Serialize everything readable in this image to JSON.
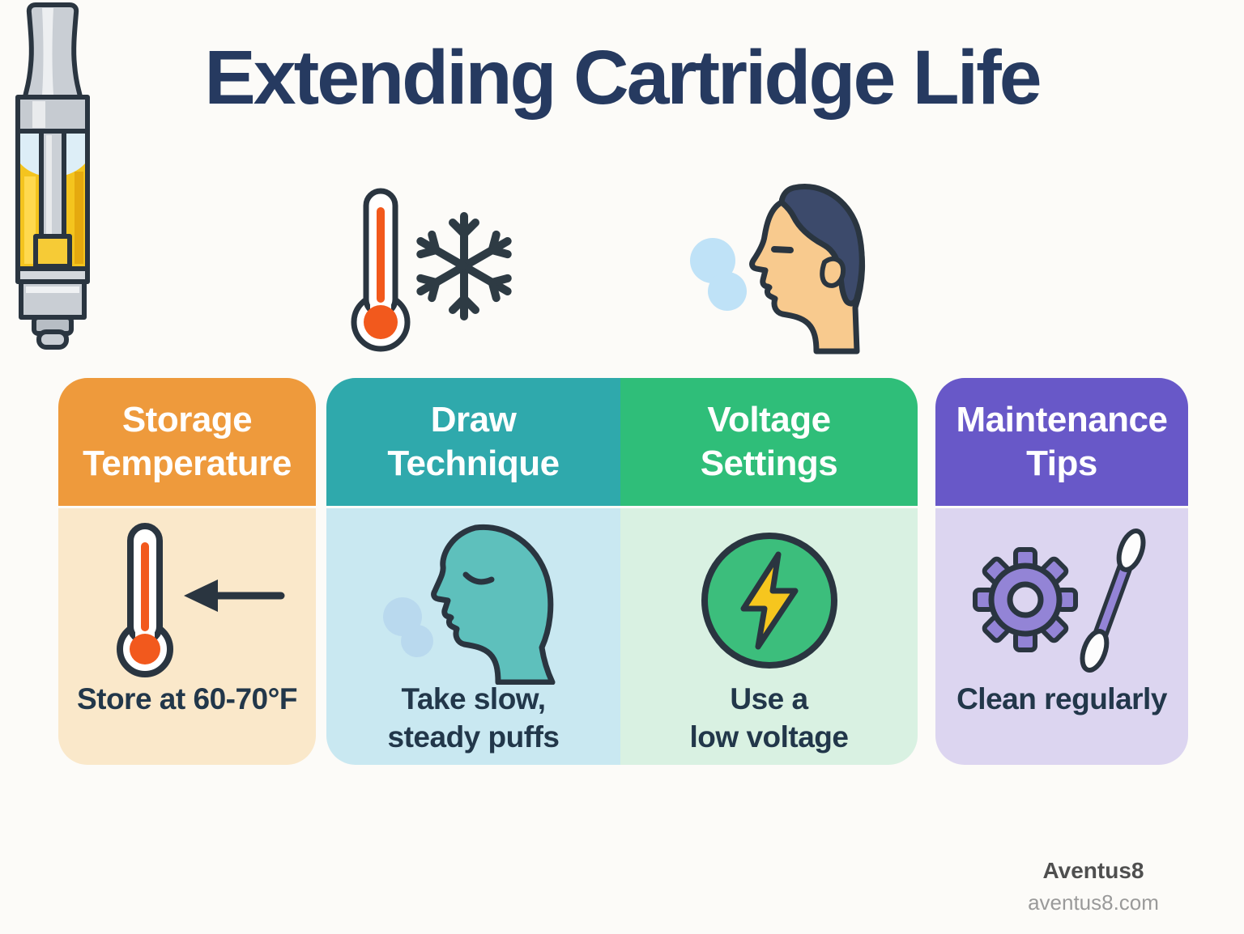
{
  "title": "Extending Cartridge Life",
  "hero": {
    "icons": [
      "thermometer-icon",
      "snowflake-icon",
      "vape-cartridge-icon",
      "exhaling-face-icon"
    ]
  },
  "cards": [
    {
      "title_line1": "Storage",
      "title_line2": "Temperature",
      "body_line1": "Store at 60-70°F",
      "body_line2": "",
      "icon": "thermometer-arrow-icon",
      "header_color": "#EE9A3C",
      "body_color": "#FAE8CA"
    },
    {
      "title_line1": "Draw",
      "title_line2": "Technique",
      "body_line1": "Take slow,",
      "body_line2": "steady puffs",
      "icon": "exhaling-head-icon",
      "header_color": "#2FA9AC",
      "body_color": "#C9E8F1"
    },
    {
      "title_line1": "Voltage",
      "title_line2": "Settings",
      "body_line1": "Use a",
      "body_line2": "low voltage",
      "icon": "lightning-bolt-icon",
      "header_color": "#2FBE79",
      "body_color": "#D9F1E2"
    },
    {
      "title_line1": "Maintenance",
      "title_line2": "Tips",
      "body_line1": "Clean regularly",
      "body_line2": "",
      "icon": "gear-and-swab-icon",
      "header_color": "#6858C8",
      "body_color": "#DCD5F0"
    }
  ],
  "footer": {
    "brand": "Aventus8",
    "website": "aventus8.com"
  },
  "palette": {
    "background": "#FCFBF8",
    "title_color": "#263A60",
    "body_text_color": "#22374A",
    "outline": "#2A3540",
    "accent_orange_red": "#F2591D",
    "accent_yellow": "#F6C61E",
    "vapor_blue": "#BFE2F7",
    "skin_tone": "#F8CA8E",
    "hair_navy": "#3C4A6B",
    "teal_head": "#5EC0BC",
    "gear_purple": "#9384D6",
    "cartridge_silver": "#C9CED4",
    "oil_yellow": "#F4C41E"
  }
}
